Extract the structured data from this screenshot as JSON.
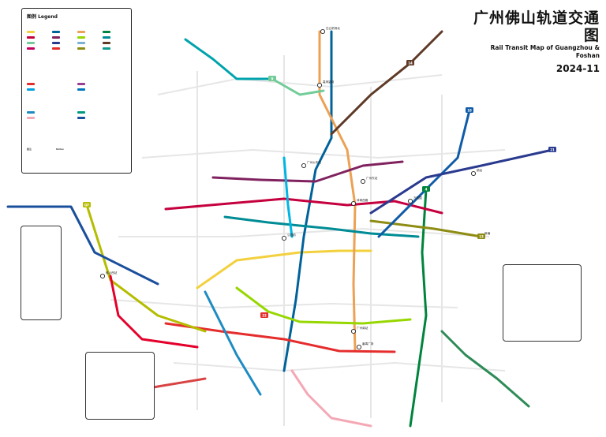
{
  "title": {
    "cn": "广州佛山轨道交通图",
    "en": "Rail Transit Map of Guangzhou & Foshan",
    "date": "2024-11",
    "note_cn": "",
    "note_en": "",
    "version": ""
  },
  "legend": {
    "heading": "图例 Legend",
    "sections": [
      {
        "title": "",
        "lines": [
          {
            "name": "",
            "color": "#F3D03E"
          },
          {
            "name": "",
            "color": "#00629B"
          },
          {
            "name": "",
            "color": "#ECA154"
          },
          {
            "name": "",
            "color": "#00843D"
          },
          {
            "name": "",
            "color": "#C5003E"
          },
          {
            "name": "",
            "color": "#80225F"
          },
          {
            "name": "",
            "color": "#97D700"
          },
          {
            "name": "",
            "color": "#008C95"
          },
          {
            "name": "",
            "color": "#71CC98"
          },
          {
            "name": "",
            "color": "#2A3A8F"
          },
          {
            "name": "",
            "color": "#7AB0D6"
          },
          {
            "name": "",
            "color": "#5E3A27"
          },
          {
            "name": "",
            "color": "#C5005E"
          },
          {
            "name": "",
            "color": "#E52D2D"
          },
          {
            "name": "",
            "color": "#8E8C13"
          },
          {
            "name": "",
            "color": "#0F9C8C"
          }
        ]
      },
      {
        "title": "",
        "lines": [
          {
            "name": "",
            "color": "#E52D2D"
          },
          {
            "name": "",
            "color": "#9B3E91"
          },
          {
            "name": "",
            "color": "#00A0DE"
          },
          {
            "name": "",
            "color": "#0076C0"
          }
        ]
      },
      {
        "title": "",
        "lines": [
          {
            "name": "",
            "color": "#1E8BC3"
          },
          {
            "name": "",
            "color": "#009A82"
          },
          {
            "name": "",
            "color": "#F4A8B5"
          },
          {
            "name": "",
            "color": "#1A4F9C"
          }
        ]
      }
    ],
    "notes_title": "备注",
    "notes_title_en": "Notes",
    "notes": ""
  },
  "lines": [
    {
      "id": "L1",
      "color": "#F3D03E"
    },
    {
      "id": "L2",
      "color": "#00629B"
    },
    {
      "id": "L3",
      "color": "#ECA154"
    },
    {
      "id": "L4",
      "color": "#00843D"
    },
    {
      "id": "L5",
      "color": "#C5003E"
    },
    {
      "id": "L6",
      "color": "#80225F"
    },
    {
      "id": "L7",
      "color": "#97D700"
    },
    {
      "id": "L8",
      "color": "#008C95"
    },
    {
      "id": "L9",
      "color": "#71CC98"
    },
    {
      "id": "L13",
      "color": "#8E8C13"
    },
    {
      "id": "L14",
      "color": "#5E3A27"
    },
    {
      "id": "L18",
      "color": "#0F5BA8"
    },
    {
      "id": "L21",
      "color": "#2A3A8F"
    },
    {
      "id": "L22",
      "color": "#E52D2D"
    },
    {
      "id": "APM",
      "color": "#00B5E2"
    },
    {
      "id": "GF",
      "color": "#B5BD00"
    },
    {
      "id": "FS2",
      "color": "#E4002B"
    },
    {
      "id": "FS3",
      "color": "#1E8BC3"
    },
    {
      "id": "NH",
      "color": "#00A3AD"
    },
    {
      "id": "GK",
      "color": "#D84343"
    },
    {
      "id": "ICR",
      "color": "#1A4F9C"
    },
    {
      "id": "SUB",
      "color": "#F4A8B5"
    },
    {
      "id": "FSTRAM",
      "color": "#2E8B57"
    }
  ],
  "stations": [
    {
      "name": "嘉禾望岗"
    },
    {
      "name": "体育西路"
    },
    {
      "name": "公园前"
    },
    {
      "name": "广州火车站"
    },
    {
      "name": "广州南站"
    },
    {
      "name": "万胜围"
    },
    {
      "name": "番禺广场"
    },
    {
      "name": "佛山西站"
    },
    {
      "name": "广州东站"
    },
    {
      "name": "白云机场北"
    },
    {
      "name": "镇龙"
    },
    {
      "name": "新塘"
    }
  ],
  "badges": [
    {
      "text": "22"
    },
    {
      "text": "14"
    },
    {
      "text": "9"
    },
    {
      "text": "21"
    },
    {
      "text": "13"
    },
    {
      "text": "GF"
    },
    {
      "text": "18"
    },
    {
      "text": "4"
    }
  ],
  "insets": [
    {
      "title": "",
      "labels": []
    },
    {
      "title": "",
      "labels": []
    },
    {
      "title": "",
      "labels": []
    }
  ]
}
